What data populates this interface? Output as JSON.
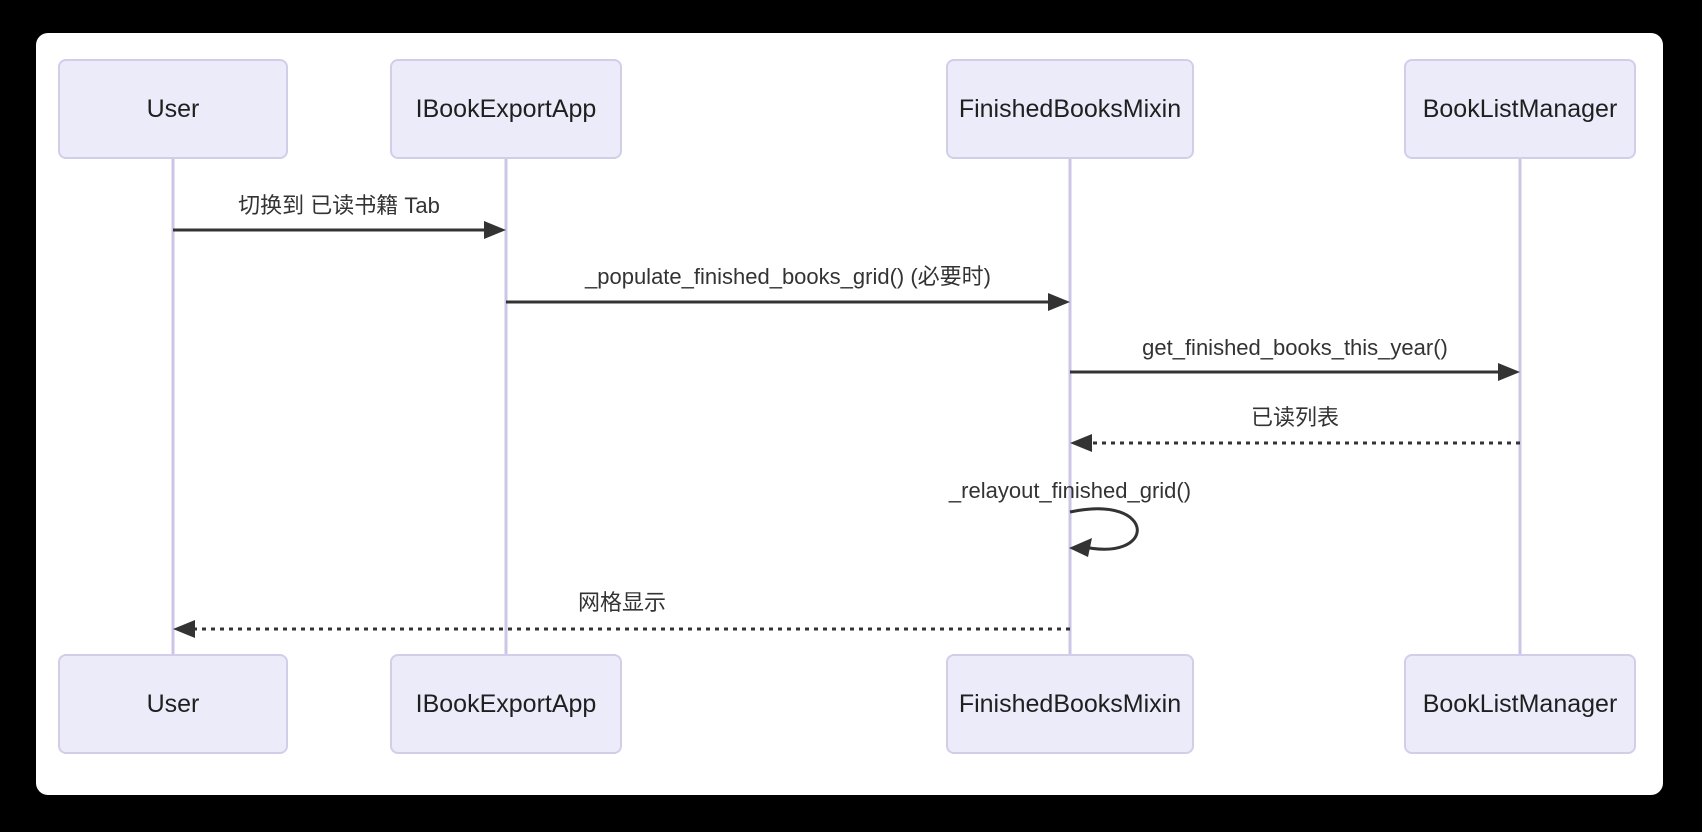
{
  "diagram_type": "sequence",
  "participants": [
    {
      "id": "user",
      "label": "User"
    },
    {
      "id": "ibookexportapp",
      "label": "IBookExportApp"
    },
    {
      "id": "finishedbooksmixin",
      "label": "FinishedBooksMixin"
    },
    {
      "id": "booklistmanager",
      "label": "BookListManager"
    }
  ],
  "messages": [
    {
      "from": "User",
      "to": "IBookExportApp",
      "label": "切换到 已读书籍 Tab",
      "line": "solid",
      "kind": "call"
    },
    {
      "from": "IBookExportApp",
      "to": "FinishedBooksMixin",
      "label": "_populate_finished_books_grid() (必要时)",
      "line": "solid",
      "kind": "call"
    },
    {
      "from": "FinishedBooksMixin",
      "to": "BookListManager",
      "label": "get_finished_books_this_year()",
      "line": "solid",
      "kind": "call"
    },
    {
      "from": "BookListManager",
      "to": "FinishedBooksMixin",
      "label": "已读列表",
      "line": "dashed",
      "kind": "return"
    },
    {
      "from": "FinishedBooksMixin",
      "to": "FinishedBooksMixin",
      "label": "_relayout_finished_grid()",
      "line": "solid",
      "kind": "self"
    },
    {
      "from": "FinishedBooksMixin",
      "to": "User",
      "label": "网格显示",
      "line": "dashed",
      "kind": "return"
    }
  ],
  "colors": {
    "background": "#000000",
    "canvas": "#FFFFFF",
    "actor_fill": "#ECEBFA",
    "actor_border": "#D2CEEA",
    "lifeline": "#CCC5E5",
    "arrow": "#333333"
  }
}
